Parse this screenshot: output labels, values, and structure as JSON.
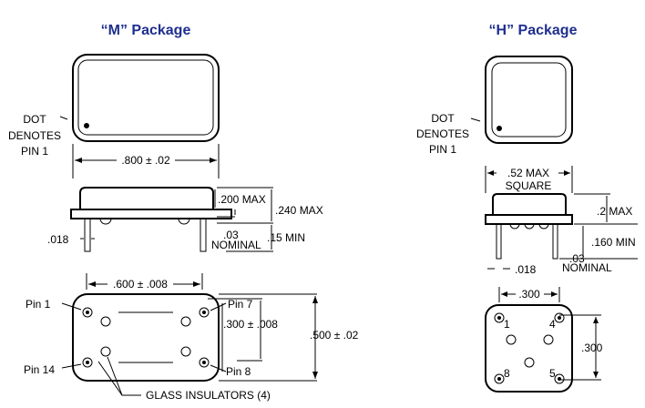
{
  "m_package": {
    "title": "“M” Package",
    "dot_label": [
      "DOT",
      "DENOTES",
      "PIN 1"
    ],
    "width_dim": ".800 ± .02",
    "height_max": ".200 MAX",
    "overall_max": ".240 MAX",
    "lead_dia": ".018",
    "standoff": ".03",
    "nominal": "NOMINAL",
    "lead_min": ".15 MIN",
    "pin_span": ".600 ± .008",
    "row_span": ".300 ± .008",
    "body_height": ".500 ± .02",
    "pins": [
      "Pin 1",
      "Pin 7",
      "Pin 14",
      "Pin 8"
    ],
    "glass": "GLASS INSULATORS (4)"
  },
  "h_package": {
    "title": "“H” Package",
    "dot_label": [
      "DOT",
      "DENOTES",
      "PIN 1"
    ],
    "max_dim": ".52 MAX",
    "square": "SQUARE",
    "height_max": ".2 MAX",
    "lead_min": ".160 MIN",
    "standoff": ".03",
    "nominal": "NOMINAL",
    "lead_dia": ".018",
    "pin_span_top": ".300",
    "pin_span_side": ".300",
    "pin_numbers": [
      "1",
      "4",
      "8",
      "5"
    ]
  }
}
